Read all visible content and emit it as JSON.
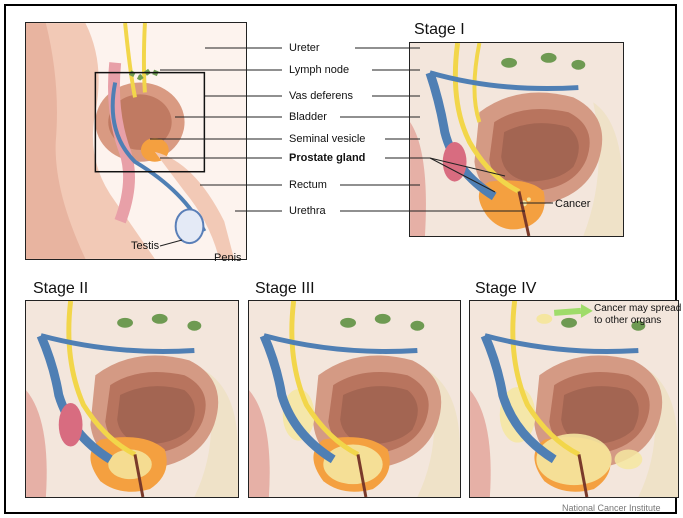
{
  "stages": {
    "stage1": "Stage I",
    "stage2": "Stage II",
    "stage3": "Stage III",
    "stage4": "Stage IV"
  },
  "labels": {
    "ureter": "Ureter",
    "lymph_node": "Lymph node",
    "vas_deferens": "Vas deferens",
    "bladder": "Bladder",
    "seminal_vesicle": "Seminal vesicle",
    "prostate_gland": "Prostate gland",
    "rectum": "Rectum",
    "urethra": "Urethra",
    "testis": "Testis",
    "penis": "Penis",
    "cancer": "Cancer",
    "cancer_spread_line1": "Cancer may spread",
    "cancer_spread_line2": "to other organs"
  },
  "credit": "National Cancer Institute",
  "colors": {
    "ureter": "#f2d64a",
    "vas_deferens": "#4f7fb4",
    "lymph_node": "#6e9a52",
    "bladder": "#c98a72",
    "prostate": "#f4a040",
    "cancer": "#f5e6a0",
    "rectum": "#e8a0a8",
    "spread_arrow": "#9fdc6a"
  }
}
